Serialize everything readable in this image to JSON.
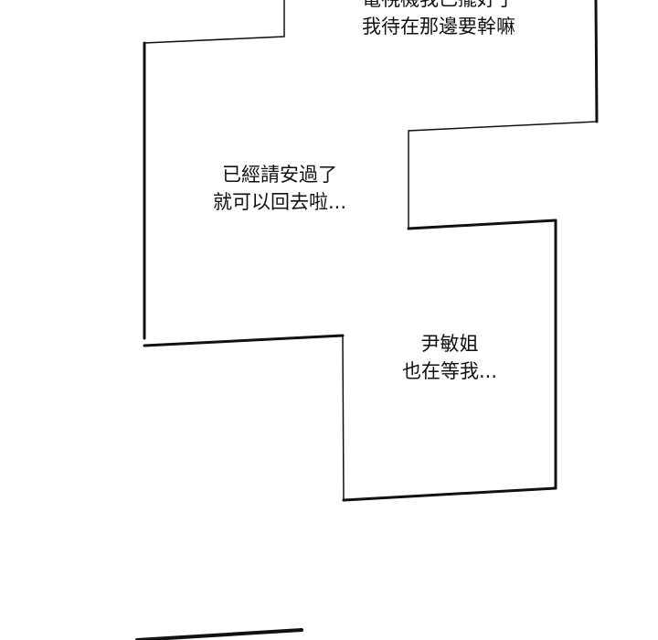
{
  "panel": {
    "bubble_top": {
      "lines": [
        "電視機我已擺好了",
        "我待在那邊要幹嘛"
      ]
    },
    "bubble_middle": {
      "lines": [
        "已經請安過了",
        "就可以回去啦..."
      ]
    },
    "bubble_bottom": {
      "lines": [
        "尹敏姐",
        "也在等我..."
      ]
    }
  },
  "colors": {
    "ink": "#111111",
    "background": "#ffffff"
  }
}
